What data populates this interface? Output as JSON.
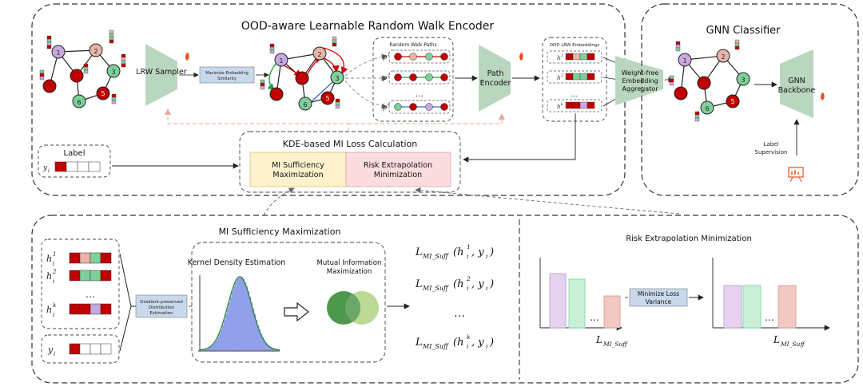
{
  "encoder": {
    "title": "OOD-aware Learnable Random Walk Encoder",
    "lrw_sampler": "LRW Sampler",
    "max_sim_line1": "Maximize Embedding",
    "max_sim_line2": "Similarity",
    "random_walk_paths": "Random Walk Paths",
    "path_encoder_line1": "Path",
    "path_encoder_line2": "Encoder",
    "ood_embeddings": "OOD LRW Embeddings",
    "paths": [
      {
        "sym": "p",
        "sup": "1"
      },
      {
        "sym": "p",
        "sup": "2"
      },
      {
        "sym": "p",
        "sup": "k"
      }
    ],
    "embeddings": [
      {
        "sym": "h",
        "sup": "1"
      },
      {
        "sym": "h",
        "sup": "2"
      },
      {
        "sym": "h",
        "sup": "k"
      }
    ],
    "ellipsis": "…"
  },
  "aggregator": {
    "line1": "Weight-free",
    "line2": "Embedding",
    "line3": "Aggregator"
  },
  "gnn": {
    "title": "GNN Classifier",
    "backbone_line1": "GNN",
    "backbone_line2": "Backbone",
    "label_sup_line1": "Label",
    "label_sup_line2": "Supervision"
  },
  "label_box": {
    "title": "Label",
    "symbol": "y",
    "sub": "i"
  },
  "kde_loss": {
    "title": "KDE-based MI Loss Calculation",
    "suff_line1": "MI Sufficiency",
    "suff_line2": "Maximization",
    "risk_line1": "Risk Extrapolation",
    "risk_line2": "Minimization"
  },
  "mi_suff": {
    "title": "MI Sufficiency Maximization",
    "grad_line1": "Gradient-preserved",
    "grad_line2": "Distribution",
    "grad_line3": "Estimation",
    "kde_label": "Kernel Density Estimation",
    "mi_line1": "Mutual Information",
    "mi_line2": "Maximization",
    "loss_terms": [
      {
        "main": "L",
        "sub": "MI_Suff",
        "args": "(h",
        "sup": "1",
        "tail": ", y",
        "tailsub": "i",
        "close": ")"
      },
      {
        "main": "L",
        "sub": "MI_Suff",
        "args": "(h",
        "sup": "2",
        "tail": ", y",
        "tailsub": "i",
        "close": ")"
      },
      {
        "main": "L",
        "sub": "MI_Suff",
        "args": "(h",
        "sup": "k",
        "tail": ", y",
        "tailsub": "i",
        "close": ")"
      }
    ],
    "dots": "…"
  },
  "risk": {
    "title": "Risk Extrapolation Minimization",
    "minimize_line1": "Minimize Loss",
    "minimize_line2": "Variance",
    "axis_left": "L",
    "axis_right": "L",
    "axis_sub": "MI_Suff",
    "dots": "…"
  },
  "colors": {
    "purple": "#c8a8e0",
    "pink": "#e8b4a8",
    "green": "#7ed09a",
    "red": "#c00000",
    "trapezoid": "#b9d7bf",
    "yellow_box": "#fdf2cc",
    "pink_box": "#fbdde0",
    "blue_box": "#c9d9ec",
    "fire": "#e8501a"
  }
}
